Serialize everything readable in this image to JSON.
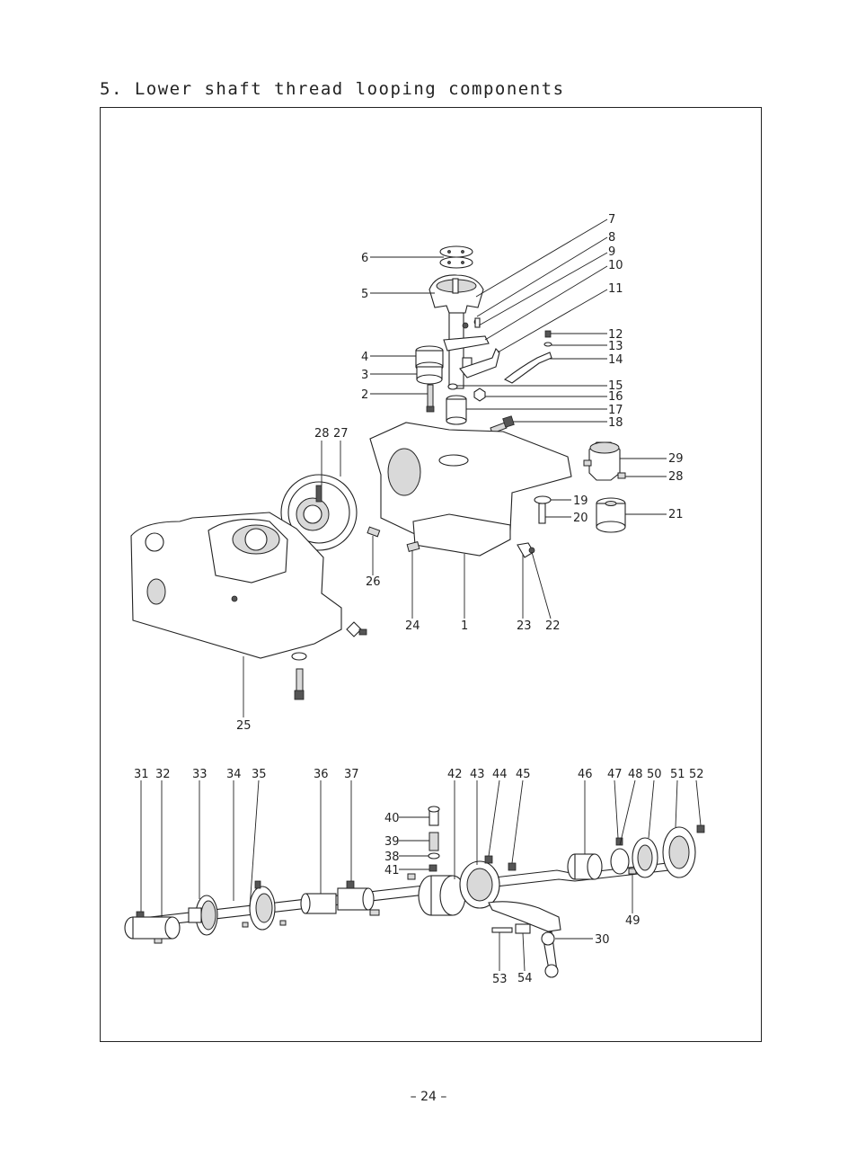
{
  "page": {
    "title": "5. Lower shaft thread looping components",
    "page_number": "– 24 –"
  },
  "callouts": {
    "c1": "1",
    "c2": "2",
    "c3": "3",
    "c4": "4",
    "c5": "5",
    "c6": "6",
    "c7": "7",
    "c8": "8",
    "c9": "9",
    "c10": "10",
    "c11": "11",
    "c12": "12",
    "c13": "13",
    "c14": "14",
    "c15": "15",
    "c16": "16",
    "c17": "17",
    "c18": "18",
    "c19": "19",
    "c20": "20",
    "c21": "21",
    "c22": "22",
    "c23": "23",
    "c24": "24",
    "c25": "25",
    "c26": "26",
    "c27": "27",
    "c28a": "28",
    "c28b": "28",
    "c29": "29",
    "c30": "30",
    "c31": "31",
    "c32": "32",
    "c33": "33",
    "c34": "34",
    "c35": "35",
    "c36": "36",
    "c37": "37",
    "c38": "38",
    "c39": "39",
    "c40": "40",
    "c41": "41",
    "c42": "42",
    "c43": "43",
    "c44": "44",
    "c45": "45",
    "c46": "46",
    "c47": "47",
    "c48": "48",
    "c49": "49",
    "c50": "50",
    "c51": "51",
    "c52": "52",
    "c53": "53",
    "c54": "54"
  }
}
